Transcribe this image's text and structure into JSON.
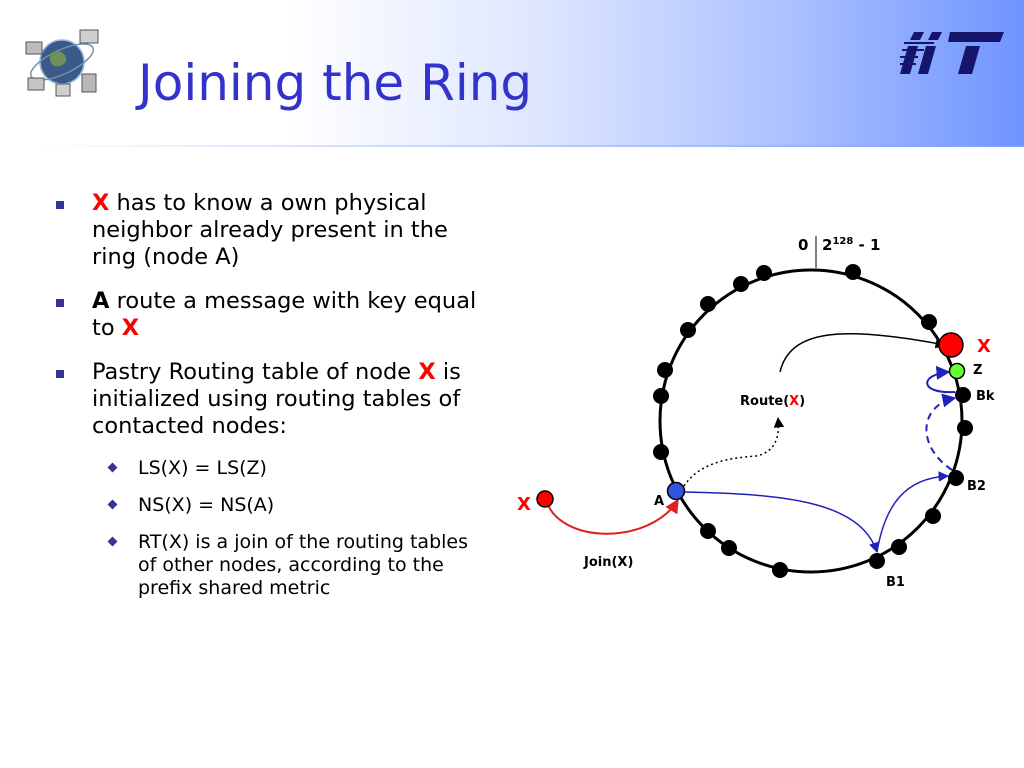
{
  "slide": {
    "title": "Joining the Ring"
  },
  "bullets": {
    "b1": {
      "key": "X",
      "text": " has to know a own physical neighbor already present in the ring (node A)"
    },
    "b2": {
      "key": "A",
      "text": " route a message with key equal to ",
      "key2": "X"
    },
    "b3": {
      "text": "Pastry Routing table of node ",
      "key": "X",
      "text2": " is initialized using routing tables of contacted nodes:"
    },
    "sub": [
      "LS(X) = LS(Z)",
      "NS(X) = NS(A)",
      "RT(X) is a join of the routing tables of other nodes, according to the prefix shared metric"
    ]
  },
  "diagram": {
    "ring_label_zero": "0",
    "ring_label_max_base": "2",
    "ring_label_max_exp": "128",
    "ring_label_max_rest": " - 1",
    "node_x_ring": "X",
    "node_z": "Z",
    "node_bk": "Bk",
    "node_b2": "B2",
    "node_b1": "B1",
    "node_a": "A",
    "node_x_new": "X",
    "route_label": "Route(",
    "route_key": "X",
    "route_close": ")",
    "join_label": "Join(X)",
    "colors": {
      "new_node": "#ff0000",
      "node_z": "#66ff33",
      "node_a": "#3355dd",
      "ring_node": "#000000",
      "route_arrow": "#2222bb",
      "join_arrow": "#dd2222"
    }
  }
}
